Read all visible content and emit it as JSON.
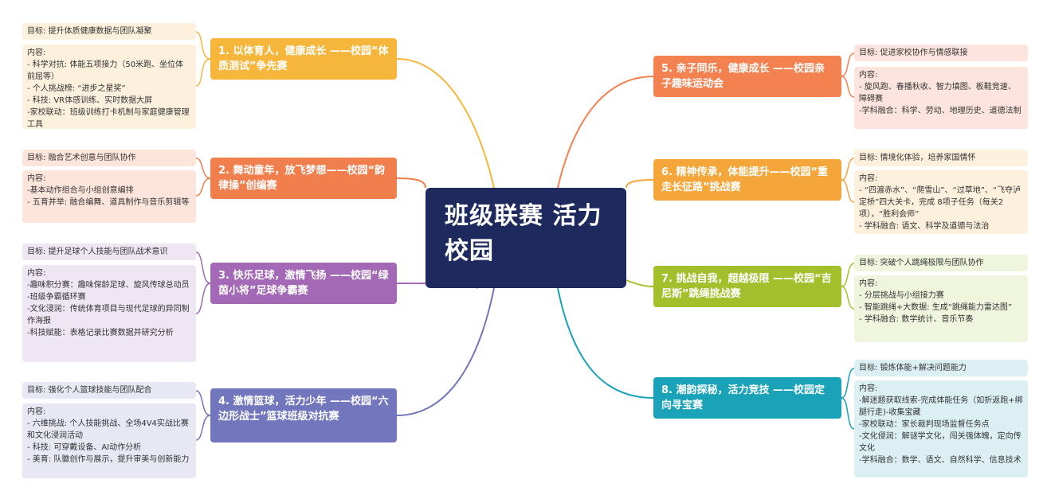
{
  "center": {
    "title": "班级联赛  活力校园"
  },
  "branches": [
    {
      "id": "b1",
      "topic": "1. 以体育人，健康成长\n——校园“体质测试”争先赛",
      "goal": "目标: 提升体质健康数据与团队凝聚",
      "content": "内容:\n      - 科学对抗: 体能五项接力（50米跑、坐位体前屈等）\n      - 个人挑战榜: “进步之星奖”\n      - 科技: VR体感训练、实时数据大屏\n      -家校联动：班级训练打卡机制与家庭健康管理工具",
      "color": "#f6b63c"
    },
    {
      "id": "b2",
      "topic": "2. 舞动童年，放飞梦想——校园“韵律操”创编赛",
      "goal": "目标: 融合艺术创意与团队协作",
      "content": "内容:\n      -基本动作组合与小组创意编排\n      - 五育并举: 融合编舞、道具制作与音乐剪辑等",
      "color": "#f17f4e"
    },
    {
      "id": "b3",
      "topic": "3. 快乐足球，激情飞扬\n——校园“绿茵小将”足球争霸赛",
      "goal": "目标: 提升足球个人技能与团队战术意识",
      "content": "内容:\n      -趣味积分赛：趣味保龄足球、旋风传球总动员\n      -班级争霸循环赛\n      -文化浸润：传统体育项目与现代足球的异同制作海报\n     -科技赋能：表格记录比赛数据并研究分析",
      "color": "#a368b6"
    },
    {
      "id": "b4",
      "topic": "4. 激情篮球，活力少年\n——校园“六边形战士”篮球班级对抗赛",
      "goal": "目标: 强化个人篮球技能与团队配合",
      "content": "内容:\n      - 六维挑战: 个人技能挑战、全场4V4实战比赛和文化浸润活动\n      - 科技: 可穿戴设备、AI动作分析\n      - 美育: 队徽创作与展示，提升审美与创新能力",
      "color": "#7276bd"
    },
    {
      "id": "b5",
      "topic": "5. 亲子同乐，健康成长\n——校园亲子趣味运动会",
      "goal": "目标: 促进家校协作与情感联接",
      "content": "内容:\n      - 旋风跑、春播秋收、智力填图、板鞋竞速、障碍赛\n      -学科融合：科学、劳动、地理历史、道德法制",
      "color": "#f48150"
    },
    {
      "id": "b6",
      "topic": "6. 精神传承，体能提升——校园“重走长征路”挑战赛",
      "goal": "目标: 情境化体验，培养家国情怀",
      "content": " 内容:\n      - “四渡赤水”、“爬雪山”、“过草地”、“飞夺泸定桥”四大关卡，完成 8项子任务（每关2项），“胜利会师”\n      - 学科融合: 语文、科学及道德与法治",
      "color": "#f4a63a"
    },
    {
      "id": "b7",
      "topic": "7. 挑战自我，超越极限\n——校园“吉尼斯”跳绳挑战赛",
      "goal": "目标: 突破个人跳绳极限与团队协作",
      "content": "内容:\n      - 分层挑战与小组接力赛\n      - 智能跳绳+大数据: 生成“跳绳能力雷达图”\n      - 学科融合: 数学统计、音乐节奏",
      "color": "#a3c02c"
    },
    {
      "id": "b8",
      "topic": "8. 潮韵探秘，活力竞技\n——校园定向寻宝赛",
      "goal": "目标: 锻炼体能+解决问题能力",
      "content": "内容:\n      -解迷题获取线索-完成体能任务（如折返跑+绑腿行走)-收集宝藏\n      -家校联动：家长裁判现场监督任务点\n      -文化侵润：解谜学文化，闯关强体魄，定向传文化\n      -学科融合：数学、语文、自然科学、信息技术",
      "color": "#19a2b8"
    }
  ]
}
